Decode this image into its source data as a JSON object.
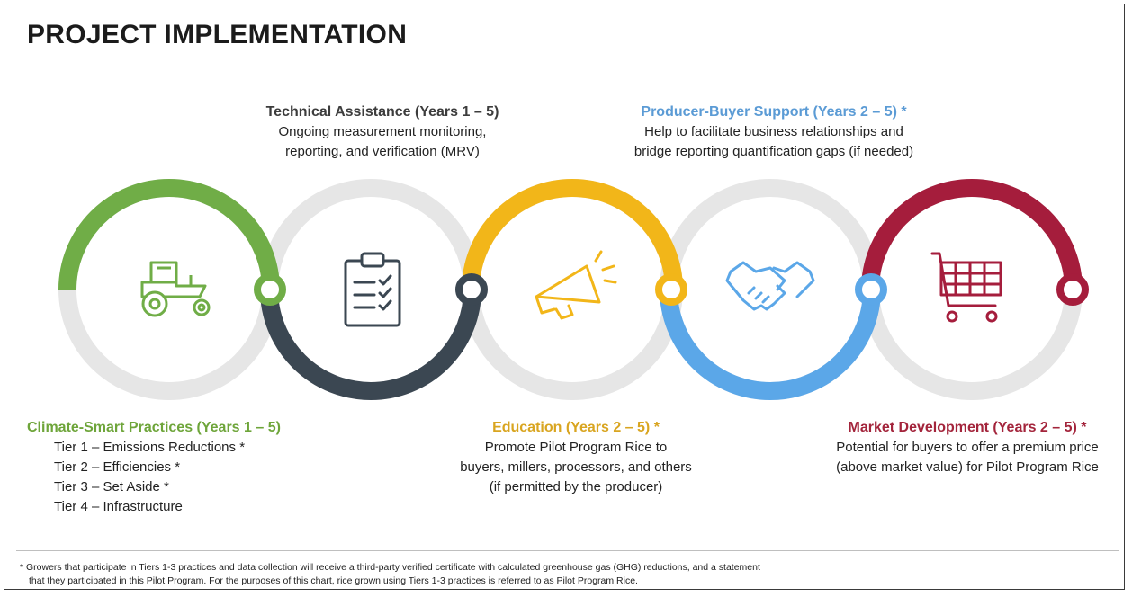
{
  "title": "PROJECT IMPLEMENTATION",
  "technical_assistance": {
    "heading": "Technical Assistance (Years 1 – 5)",
    "lines": [
      "Ongoing measurement monitoring,",
      "reporting, and verification (MRV)"
    ]
  },
  "producer_buyer": {
    "heading": "Producer-Buyer  Support (Years 2 – 5) *",
    "lines": [
      "Help to facilitate business relationships and",
      "bridge reporting quantification gaps (if needed)"
    ]
  },
  "climate_smart": {
    "heading": "Climate-Smart Practices (Years 1 – 5)",
    "tiers": [
      "Tier 1 – Emissions Reductions *",
      "Tier 2 – Efficiencies *",
      "Tier 3 – Set Aside *",
      "Tier 4 – Infrastructure"
    ]
  },
  "education": {
    "heading": "Education  (Years 2 – 5) *",
    "lines": [
      "Promote Pilot Program Rice to",
      "buyers, millers, processors, and others",
      "(if permitted by the producer)"
    ]
  },
  "market_development": {
    "heading": "Market Development (Years 2 – 5) *",
    "lines": [
      "Potential for buyers to offer a premium price",
      "(above market value) for Pilot Program Rice"
    ]
  },
  "footnote": {
    "line1": "* Growers that participate in Tiers 1-3 practices and data collection will receive a third-party verified certificate with calculated greenhouse gas (GHG) reductions, and a statement",
    "line2": "that they participated in this Pilot Program.  For the purposes of this chart, rice grown using Tiers 1-3 practices is referred to as Pilot Program Rice."
  },
  "colors": {
    "green": "#70ad47",
    "dark": "#3b4752",
    "gold": "#f2b619",
    "blue": "#5ba7e8",
    "crimson": "#a51d3c",
    "ring_gray": "#e6e6e6"
  },
  "icons": [
    "tractor-icon",
    "clipboard-checklist-icon",
    "megaphone-icon",
    "handshake-icon",
    "shopping-cart-icon"
  ]
}
